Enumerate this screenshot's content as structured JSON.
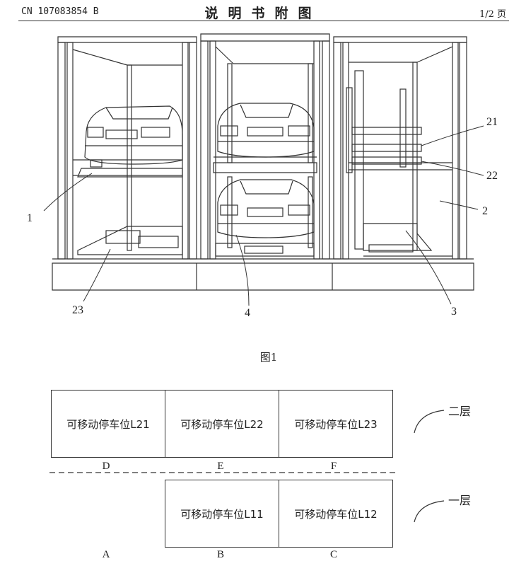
{
  "header": {
    "pub_number": "CN 107083854 B",
    "title": "说明书附图",
    "page": "1/2 页"
  },
  "figure1": {
    "caption": "图1",
    "refs": {
      "r1": "1",
      "r21": "21",
      "r22": "22",
      "r2": "2",
      "r23": "23",
      "r4": "4",
      "r3": "3"
    }
  },
  "layout_table": {
    "upper_floor_label": "二层",
    "lower_floor_label": "一层",
    "upper_cells": [
      "可移动停车位L21",
      "可移动停车位L22",
      "可移动停车位L23"
    ],
    "lower_cells": [
      "可移动停车位L11",
      "可移动停车位L12"
    ],
    "upper_columns": [
      "D",
      "E",
      "F"
    ],
    "lower_columns": [
      "A",
      "B",
      "C"
    ]
  }
}
